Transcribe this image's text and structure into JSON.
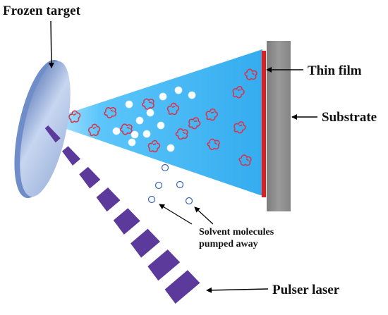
{
  "labels": {
    "frozen_target": "Frozen target",
    "thin_film": "Thin film",
    "substrate": "Substrate",
    "solvent_line1": "Solvent molecules",
    "solvent_line2": "pumped away",
    "pulser_laser": "Pulser laser"
  },
  "colors": {
    "plume": "#3fb8f5",
    "target": "#b9ccec",
    "film": "#e01e1e",
    "substrate": "#8c8c8c",
    "laser": "#5b3a9b",
    "molecule": "#d9334a",
    "solvent_outline": "#3a64b5"
  },
  "icons": {
    "molecule": "polymer-molecule-icon",
    "solvent": "solvent-molecule-icon"
  }
}
